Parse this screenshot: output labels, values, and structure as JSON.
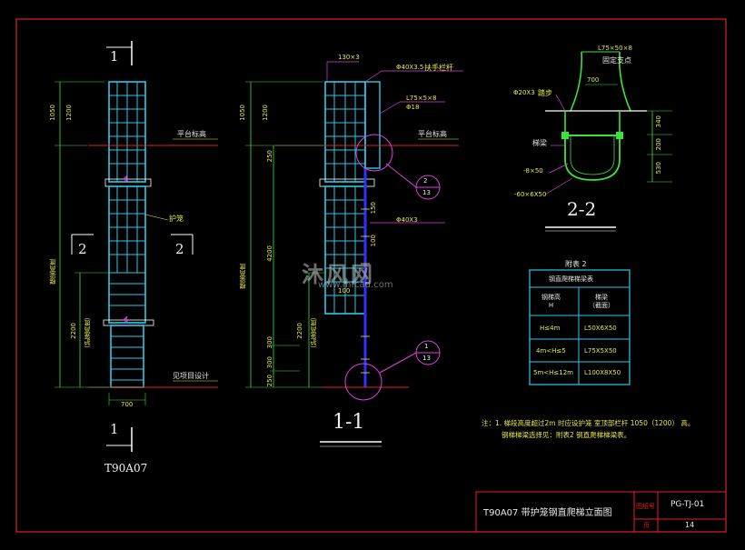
{
  "view_left": {
    "section_mark_top": "1",
    "section_mark_bottom": "1",
    "mark_2_left": "2",
    "mark_2_right": "2",
    "drawing_code": "T90A07",
    "platform_label": "平台标高",
    "cage_label": "护笼",
    "ground_label": "见项目设计",
    "dim_top_a": "1050",
    "dim_top_b": "1200",
    "dim_height": "梯梁高度",
    "dim_cage_start": "2200",
    "dim_cage_text": "（护笼高度）",
    "dim_width": "700"
  },
  "view_section_1_1": {
    "title": "1-1",
    "label_top_a": "130×3",
    "label_handrail_code": "Φ40X3.5",
    "label_handrail": "扶手栏杆",
    "label_a": "L75×5×8",
    "label_b": "Φ18",
    "platform_label": "平台标高",
    "detail_a_num": "2",
    "detail_a_den": "13",
    "detail_b_num": "1",
    "detail_b_den": "13",
    "label_rung": "Φ40X3",
    "dim_top_a": "1050",
    "dim_top_b": "1200",
    "dim_mid": "250",
    "dim_ladder": "梯梁高度",
    "dim_total": "4200",
    "dim_cage": "2200",
    "dim_cage_text": "（护笼高度）",
    "dim_b1": "300",
    "dim_b2": "300",
    "dim_b3": "250",
    "dim_s1": "150",
    "dim_s2": "100",
    "dim_s3": "100"
  },
  "view_section_2_2": {
    "title": "2-2",
    "label_top": "L75×50×8",
    "label_support": "固定支点",
    "label_rung_code": "Φ20X3",
    "label_rung": "踏步",
    "label_beam": "梯梁",
    "label_a": "-8×50",
    "label_b": "-60×6X50",
    "dim_w": "700",
    "dim_1": "340",
    "dim_2": "200",
    "dim_3": "530"
  },
  "table": {
    "caption": "附表 2",
    "title": "钢直爬梯梯梁表",
    "col1": "钢梯高\nH",
    "col2": "梯梁\n（截面）",
    "rows": [
      {
        "h": "H≤4m",
        "beam": "L50X6X50"
      },
      {
        "h": "4m<H≤5",
        "beam": "L75X5X50"
      },
      {
        "h": "5m<H≤12m",
        "beam": "L100X8X50"
      }
    ]
  },
  "note": {
    "line1": "注：1. 梯段高度超过2m 时应设护笼 室顶部栏杆 1050（1200） 高。",
    "line2": "钢梯梯梁选择见：附表2 钢直爬梯梯梁表。"
  },
  "watermark": {
    "main": "沐风网",
    "sub": "www.mfcad.com"
  },
  "title_block": {
    "drawing_title": "T90A07 带护笼钢直爬梯立面图",
    "sheet_label": "图纸号",
    "sheet_no": "PG-TJ-01",
    "page_label": "页",
    "page_no": "14"
  },
  "colors": {
    "background": "#000000",
    "cyan": "#2ec8e6",
    "yellow": "#e8e84a",
    "green": "#3ce23c",
    "magenta": "#e040e0",
    "red": "#e02020",
    "white": "#e6e6e6"
  }
}
